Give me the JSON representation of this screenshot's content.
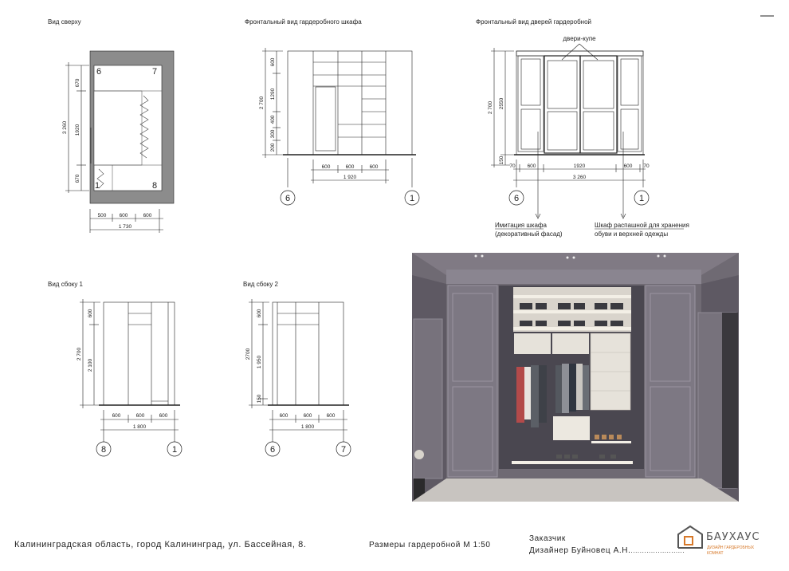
{
  "views": {
    "top": "Вид сверху",
    "front_cabinet": "Фронтальный вид гардеробного шкафа",
    "front_doors": "Фронтальный вид дверей гардеробной",
    "side1": "Вид сбоку 1",
    "side2": "Вид сбоку 2"
  },
  "top_view": {
    "corner_labels": [
      "6",
      "7",
      "1",
      "8"
    ],
    "dims_vertical": [
      "670",
      "1920",
      "670"
    ],
    "total_vertical": "3 260",
    "dims_horizontal": [
      "500",
      "600",
      "600"
    ],
    "total_horizontal": "1 730"
  },
  "front_cabinet": {
    "dims_vertical": [
      "600",
      "1290",
      "400",
      "300",
      "200"
    ],
    "total_vertical": "2 700",
    "dims_horizontal": [
      "600",
      "600",
      "600"
    ],
    "total_horizontal": "1 920",
    "markers": [
      "6",
      "1"
    ]
  },
  "front_doors": {
    "note_doors": "двери-купе",
    "dims_vertical": [
      "2550",
      "150"
    ],
    "total_vertical": "2 700",
    "dims_horizontal": [
      "70",
      "600",
      "1920",
      "600",
      "70"
    ],
    "total_horizontal": "3 260",
    "markers": [
      "6",
      "1"
    ],
    "note_left_1": "Имитация шкафа",
    "note_left_2": "(декоративный фасад)",
    "note_right_1": "Шкаф распашной для хранения",
    "note_right_2": "обуви и верхней одежды"
  },
  "side1": {
    "dims_vertical": [
      "600",
      "2 100"
    ],
    "total_vertical": "2 700",
    "dims_horizontal": [
      "600",
      "600",
      "600"
    ],
    "total_horizontal": "1 800",
    "markers": [
      "8",
      "1"
    ]
  },
  "side2": {
    "dims_vertical": [
      "600",
      "1 950",
      "150"
    ],
    "total_vertical": "2700",
    "dims_horizontal": [
      "600",
      "600",
      "600"
    ],
    "total_horizontal": "1 800",
    "markers": [
      "6",
      "7"
    ]
  },
  "footer": {
    "address": "Калининградская область, город Калининград, ул. Бассейная, 8.",
    "scale": "Размеры гардеробной М 1:50",
    "customer_label": "Заказчик",
    "designer": "Дизайнер Буйновец А.Н.",
    "designer_line": "........................",
    "logo_name": "БАУХАУС",
    "logo_sub_1": "ДИЗАЙН ГАРДЕРОБНЫХ",
    "logo_sub_2": "КОМНАТ"
  },
  "colors": {
    "line": "#222222",
    "wall_fill": "#8c8c8c",
    "render_bg": "#6f6a73"
  }
}
